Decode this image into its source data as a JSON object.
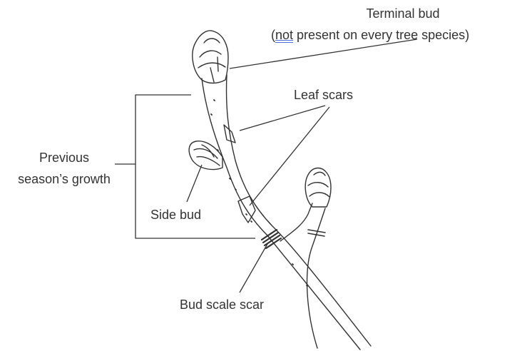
{
  "labels": {
    "terminal_bud": "Terminal bud",
    "terminal_note_open": "(",
    "terminal_note_not": "not",
    "terminal_note_rest": " present on every tree species)",
    "leaf_scars": "Leaf scars",
    "previous_line1": "Previous",
    "previous_line2": "season’s growth",
    "side_bud": "Side bud",
    "bud_scale_scar": "Bud scale scar"
  },
  "colors": {
    "line": "#333333",
    "text": "#333333",
    "underline": "#4a6fd6"
  }
}
